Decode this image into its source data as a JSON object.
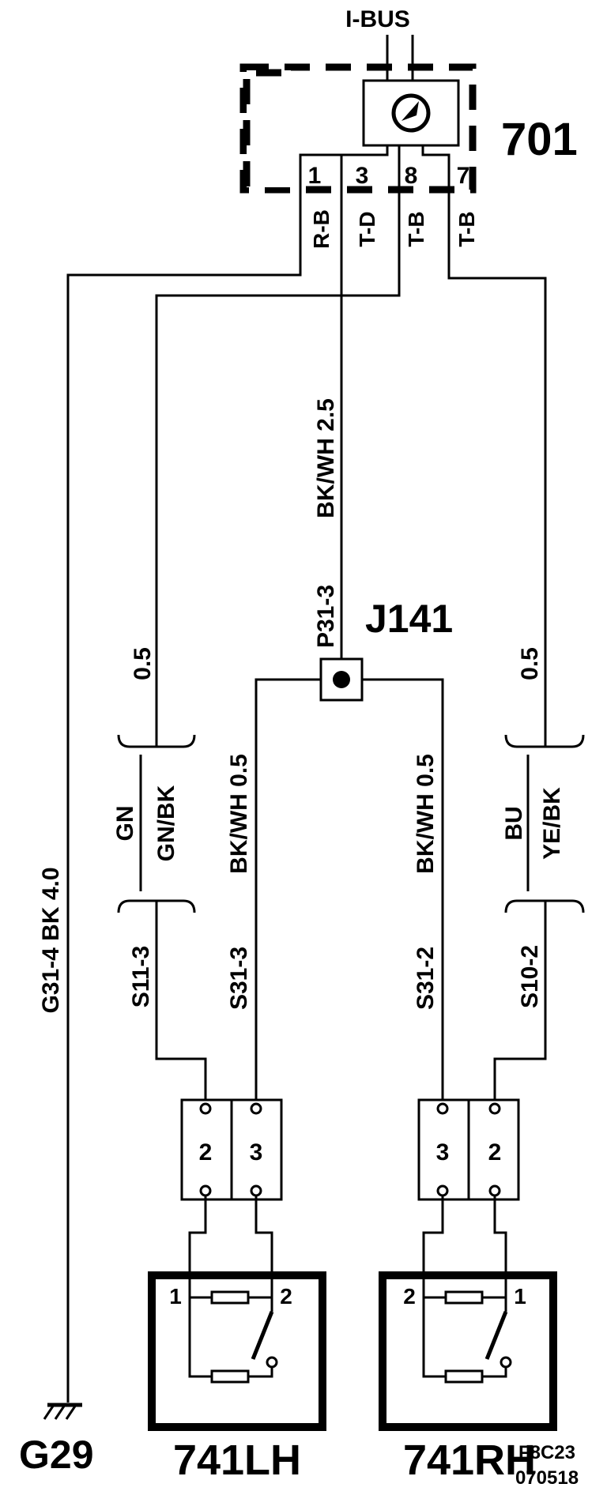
{
  "bus": {
    "label": "I-BUS"
  },
  "module": {
    "id": "701",
    "pins": [
      "1",
      "3",
      "8",
      "7"
    ],
    "pin_types": [
      "R-B",
      "T-D",
      "T-B",
      "T-B"
    ]
  },
  "splice": {
    "id": "J141",
    "upper_ref": "P31-3",
    "upper_wire": "BK/WH  2.5"
  },
  "ground": {
    "id": "G29",
    "wire_label": "G31-4  BK  4.0"
  },
  "left_branch": {
    "size": "0.5",
    "alt_a": "GN",
    "alt_b": "GN/BK",
    "ref": "S11-3"
  },
  "right_branch": {
    "size": "0.5",
    "alt_a": "BU",
    "alt_b": "YE/BK",
    "ref": "S10-2"
  },
  "splice_left": {
    "wire": "BK/WH  0.5",
    "ref": "S31-3"
  },
  "splice_right": {
    "wire": "BK/WH  0.5",
    "ref": "S31-2"
  },
  "connector_lh": {
    "pins": [
      "2",
      "3"
    ]
  },
  "connector_rh": {
    "pins": [
      "3",
      "2"
    ]
  },
  "component_lh": {
    "id": "741LH",
    "pins": [
      "1",
      "2"
    ]
  },
  "component_rh": {
    "id": "741RH",
    "pins": [
      "2",
      "1"
    ]
  },
  "footer": {
    "code": "F8C23",
    "date": "070518"
  }
}
